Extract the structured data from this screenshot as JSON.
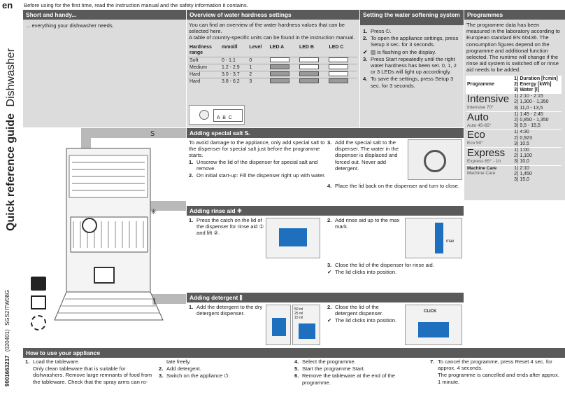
{
  "top": {
    "lang": "en",
    "intro": "Before using for the first time, read the instruction manual and the safety information it contains."
  },
  "side": {
    "title": "Quick reference guide",
    "product": "Dishwasher",
    "code": "9001663217",
    "code2": "(020401)",
    "model": "SGS2ITW08G"
  },
  "short": {
    "heading": "Short and handy...",
    "text": "... everything your dishwasher needs."
  },
  "hardness": {
    "heading": "Overview of water hardness settings",
    "text1": "You can find an overview of the water hardness values that can be selected here.",
    "text2": "A table of country-specific units can be found in the instruction manual.",
    "columns": [
      "Hardness range",
      "mmol/l",
      "Level",
      "LED A",
      "LED B",
      "LED C"
    ],
    "rows": [
      {
        "range": "Soft",
        "mmol": "0 - 1.1",
        "level": "0",
        "leds": [
          "off",
          "off",
          "off"
        ]
      },
      {
        "range": "Medium",
        "mmol": "1.2 - 2.9",
        "level": "1",
        "leds": [
          "on",
          "off",
          "off"
        ]
      },
      {
        "range": "Hard",
        "mmol": "3.0 - 3.7",
        "level": "2",
        "leds": [
          "on",
          "on",
          "off"
        ]
      },
      {
        "range": "Hard",
        "mmol": "3.8 - 6.2",
        "level": "3",
        "leds": [
          "on",
          "on",
          "on"
        ]
      }
    ],
    "panel_letters": "A B C"
  },
  "softening": {
    "heading": "Setting the water softening system",
    "steps": [
      {
        "num": "1.",
        "text": "Press ⏻."
      },
      {
        "num": "2.",
        "text": "To open the appliance settings, press Setup 3 sec. for 3 seconds."
      },
      {
        "num": "✔",
        "text": "▥ is flashing on the display."
      },
      {
        "num": "3.",
        "text": "Press Start repeatedly until the right water hardness has been set. 0, 1, 2 or 3 LEDs will light up accordingly."
      },
      {
        "num": "4.",
        "text": "To save the settings, press Setup 3 sec. for 3 seconds."
      }
    ]
  },
  "programmes": {
    "heading": "Programmes",
    "text": "The programme data has been measured in the laboratory according to European standard EN 60436. The consumption figures depend on the programme and additional function selected. The runtime will change if the rinse aid system is switched off or rinse aid needs to be added.",
    "col_programme": "Programme",
    "col_values": [
      "1) Duration [h:min]",
      "2) Energy [kWh]",
      "3) Water [l]"
    ],
    "rows": [
      {
        "name": "Intensive",
        "sub": "Intensive 70°",
        "values": [
          "1) 2:10 - 2:15",
          "2) 1,300 - 1,350",
          "3) 11,0 - 13,5"
        ]
      },
      {
        "name": "Auto",
        "sub": "Auto 45-65°",
        "values": [
          "1) 1:45 - 2:45",
          "2) 0,850 - 1,350",
          "3) 9,5 - 15,5"
        ]
      },
      {
        "name": "Eco",
        "sub": "Eco 50°",
        "values": [
          "1) 4:30",
          "2) 0,923",
          "3) 10,5"
        ]
      },
      {
        "name": "Express",
        "sub": "Express 65° - 1h",
        "values": [
          "1) 1:00",
          "2) 1,100",
          "3) 10,0"
        ]
      },
      {
        "name": "Machine Care",
        "sub": "Machine Care",
        "values": [
          "1) 2:10",
          "2) 1,450",
          "3) 15,0"
        ]
      }
    ]
  },
  "salt": {
    "heading": "Adding special salt",
    "intro": "To avoid damage to the appliance, only add special salt to the dispenser for special salt just before the programme starts.",
    "steps_left": [
      {
        "num": "1.",
        "text": "Unscrew the lid of the dispenser for special salt and remove."
      },
      {
        "num": "2.",
        "text": "On initial start-up: Fill the dispenser right up with water."
      }
    ],
    "steps_right": [
      {
        "num": "3.",
        "text": "Add the special salt to the dispenser. The water in the dispenser is displaced and forced out. Never add detergent."
      },
      {
        "num": "4.",
        "text": "Place the lid back on the dispenser and turn to close."
      }
    ]
  },
  "rinse": {
    "heading": "Adding rinse aid",
    "step1": {
      "num": "1.",
      "text": "Press the catch on the lid of the dispenser for rinse aid ① and lift ②."
    },
    "step2": {
      "num": "2.",
      "text": "Add rinse aid up to the max mark."
    },
    "step3": {
      "num": "3.",
      "text": "Close the lid of the dispenser for rinse aid."
    },
    "check": "The lid clicks into position.",
    "max_label": "max"
  },
  "detergent": {
    "heading": "Adding detergent",
    "step1": {
      "num": "1.",
      "text": "Add the detergent to the dry detergent dispenser."
    },
    "step2": {
      "num": "2.",
      "text": "Close the lid of the detergent dispenser."
    },
    "check": "The lid clicks into position.",
    "ml": [
      "50 ml",
      "25 ml",
      "15 ml"
    ],
    "click": "CLICK"
  },
  "howto": {
    "heading": "How to use your appliance",
    "col1": [
      {
        "num": "1.",
        "text": "Load the tableware."
      },
      {
        "num": "",
        "text": "Only clean tableware that is suitable for dishwashers. Remove large remnants of food from the tableware. Check that the spray arms can ro-"
      }
    ],
    "col2": [
      {
        "num": "",
        "text": "tate freely."
      },
      {
        "num": "2.",
        "text": "Add detergent."
      },
      {
        "num": "3.",
        "text": "Switch on the appliance ⏻."
      }
    ],
    "col3": [
      {
        "num": "4.",
        "text": "Select the programme."
      },
      {
        "num": "5.",
        "text": "Start the programme Start."
      },
      {
        "num": "6.",
        "text": "Remove the tableware at the end of the programme."
      }
    ],
    "col4": [
      {
        "num": "7.",
        "text": "To cancel the programme, press Reset 4 sec. for approx. 4 seconds."
      },
      {
        "num": "",
        "text": "The programme is cancelled and ends after approx. 1 minute."
      }
    ]
  },
  "colors": {
    "header": "#5a5a5a",
    "panel": "#dcdcdc",
    "accent": "#1f6fbf",
    "pipe": "#b9b9b9"
  }
}
